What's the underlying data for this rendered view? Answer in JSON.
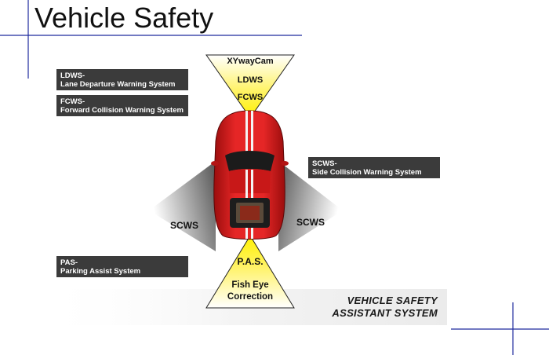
{
  "title": "Vehicle Safety",
  "labels": {
    "ldws": {
      "line1": "LDWS-",
      "line2": "Lane Departure Warning System"
    },
    "fcws": {
      "line1": "FCWS-",
      "line2": "Forward Collision Warning System"
    },
    "scws": {
      "line1": "SCWS-",
      "line2": "Side Collision Warning System"
    },
    "pas": {
      "line1": "PAS-",
      "line2": "Parking Assist System"
    }
  },
  "zones": {
    "front_camera": "XYwayCam",
    "front_ldws": "LDWS",
    "front_fcws": "FCWS",
    "side_left": "SCWS",
    "side_right": "SCWS",
    "rear_pas": "P.A.S.",
    "rear_fisheye_line1": "Fish Eye",
    "rear_fisheye_line2": "Correction"
  },
  "brand": {
    "line1": "VEHICLE SAFETY",
    "line2": "ASSISTANT SYSTEM"
  },
  "colors": {
    "accent_line": "#1f2a9e",
    "label_bg": "#3b3b3b",
    "zone_yellow": "#fff200",
    "car_red": "#d81e1e"
  }
}
